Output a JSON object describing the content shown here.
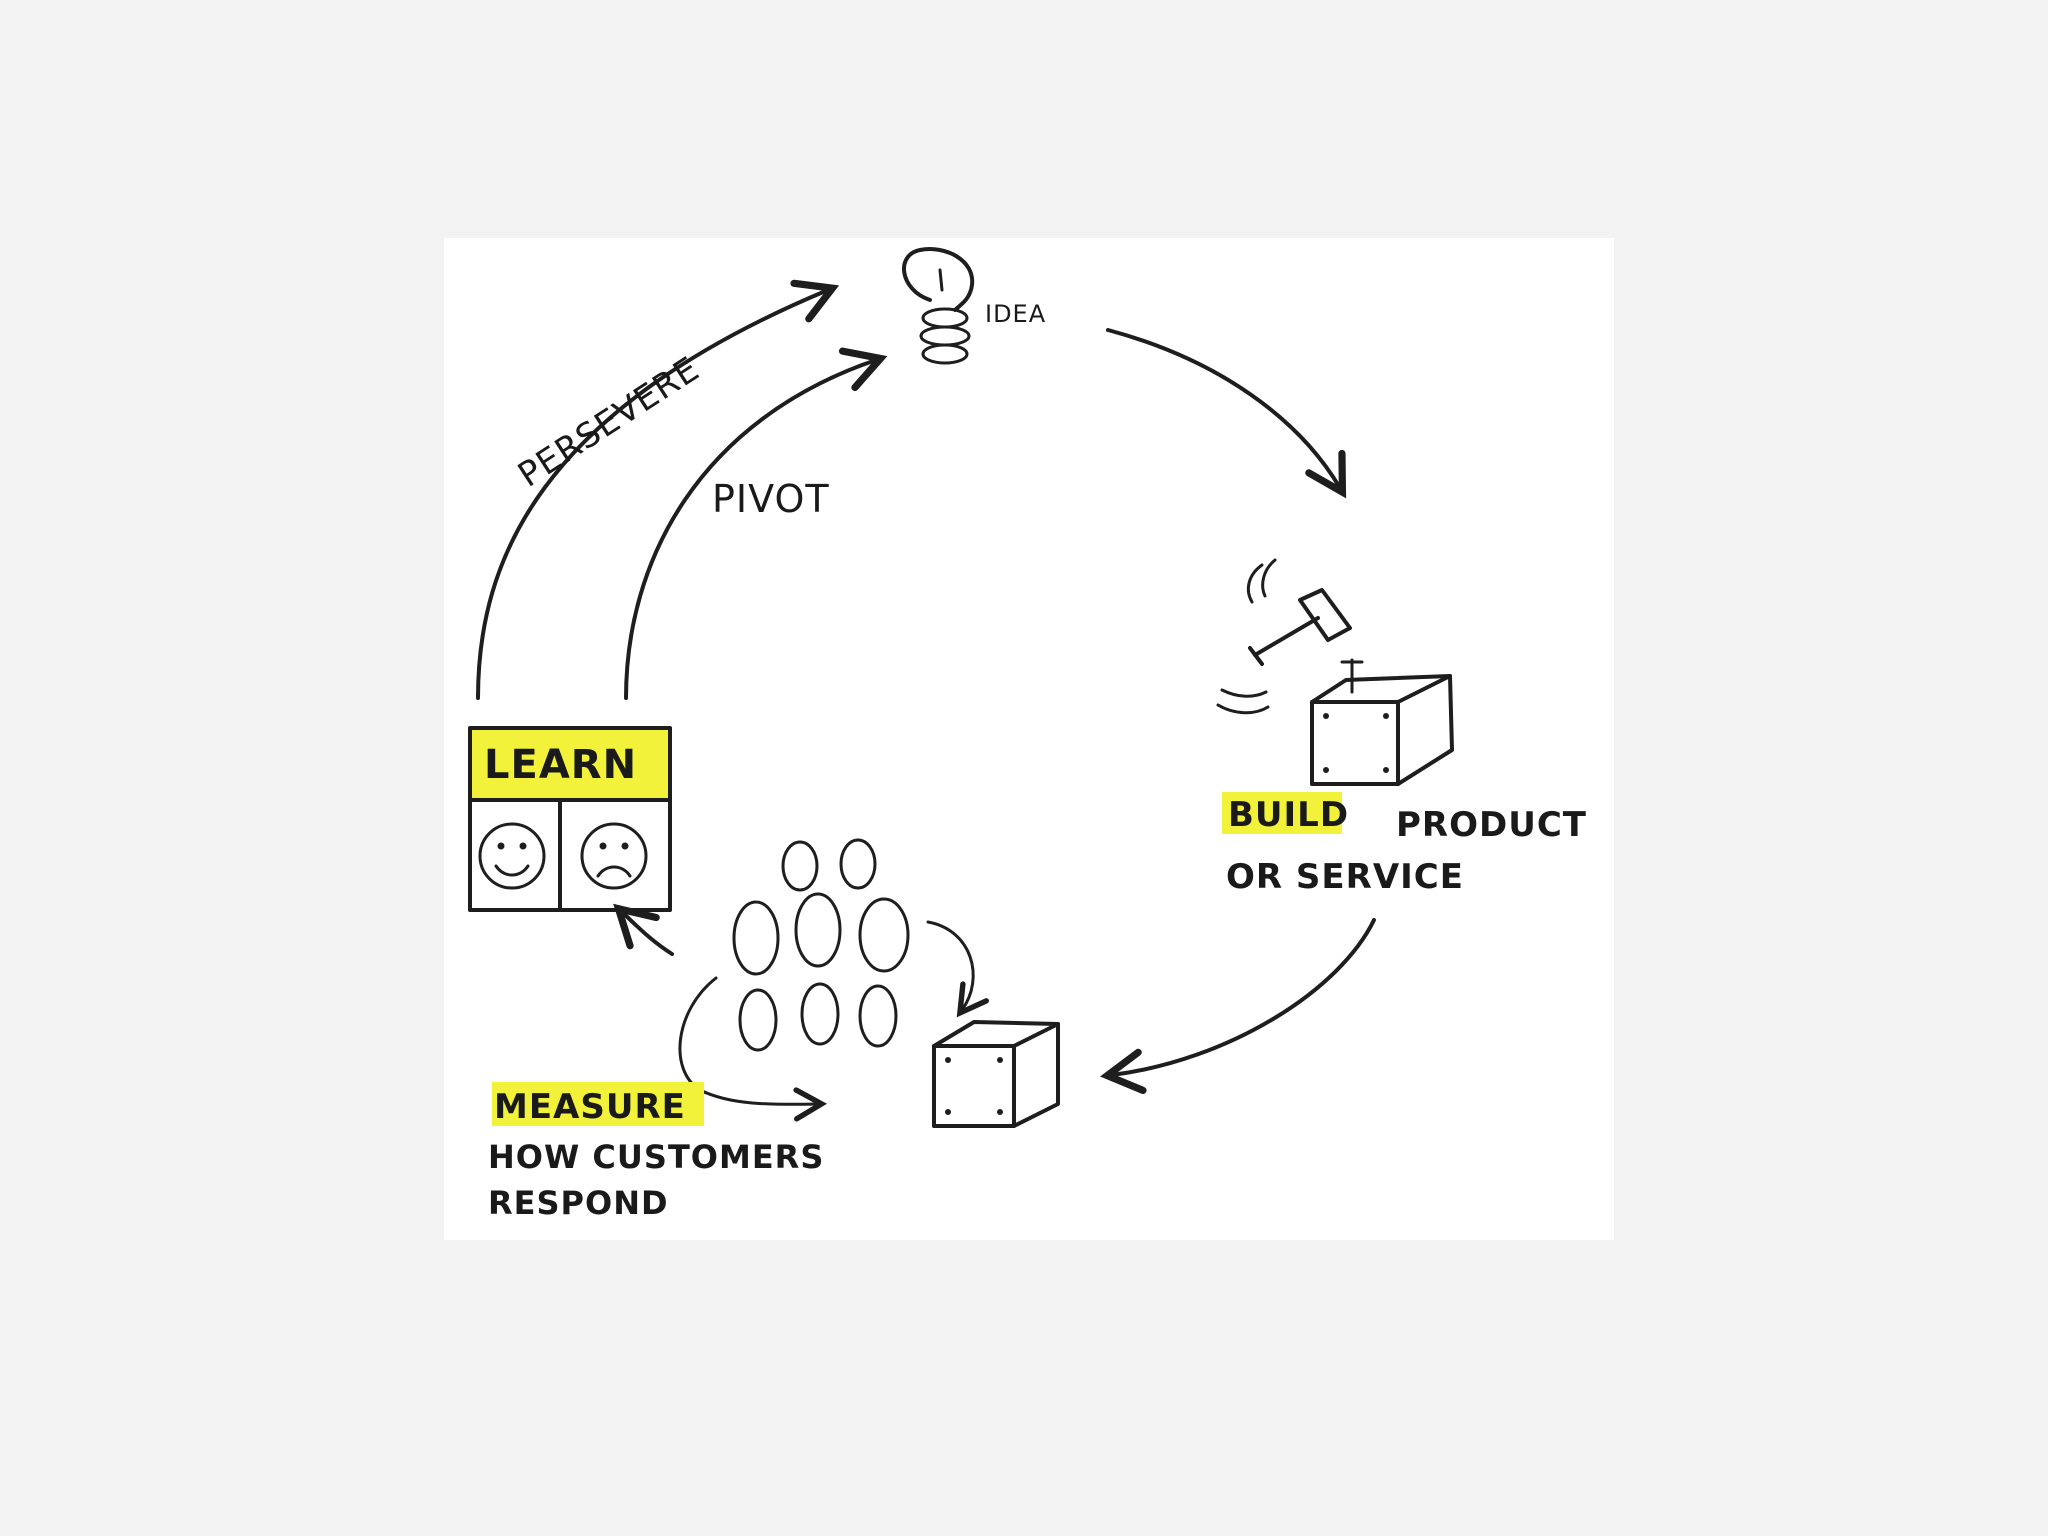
{
  "diagram": {
    "idea_label": "IDEA",
    "persevere_label": "PERSEVERE",
    "pivot_label": "PIVOT",
    "build_label": "BUILD",
    "build_rest_line1": "PRODUCT",
    "build_rest_line2": "OR SERVICE",
    "learn_label": "LEARN",
    "measure_label": "MEASURE",
    "measure_line1": "HOW CUSTOMERS",
    "measure_line2": "RESPOND",
    "highlight_color": "#f2f23a",
    "ink_color": "#1e1e1e"
  }
}
